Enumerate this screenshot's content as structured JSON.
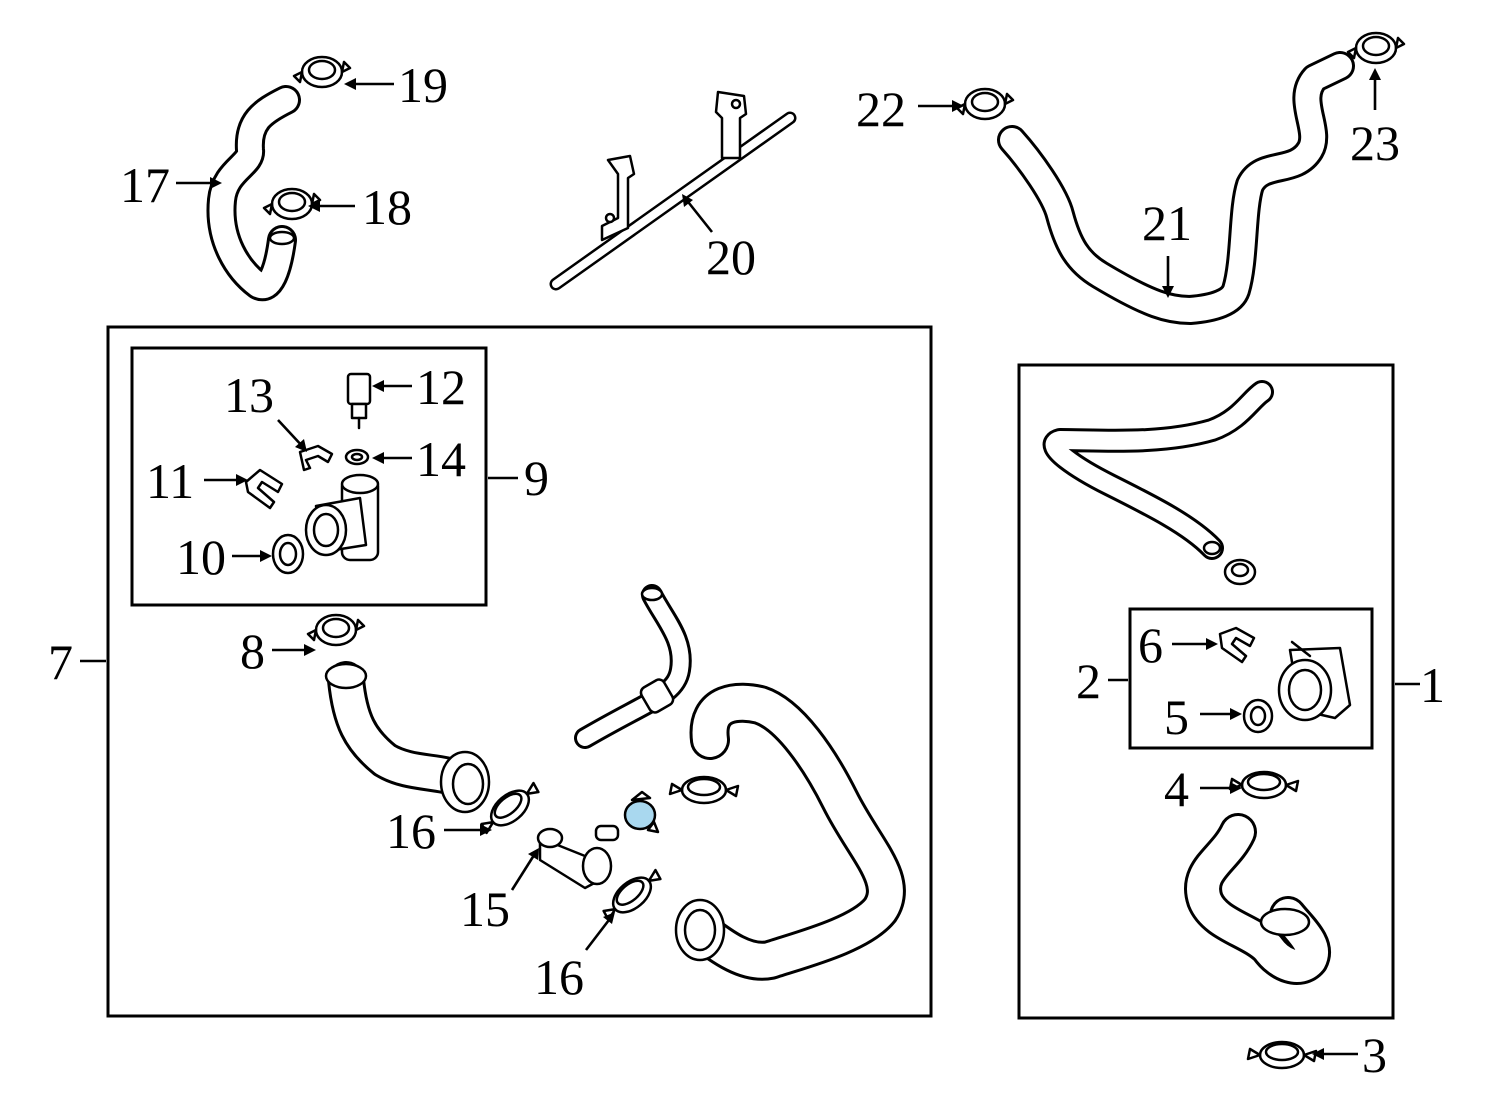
{
  "diagram": {
    "callouts": [
      {
        "id": "c1",
        "text": "1"
      },
      {
        "id": "c2",
        "text": "2"
      },
      {
        "id": "c3",
        "text": "3"
      },
      {
        "id": "c4",
        "text": "4"
      },
      {
        "id": "c5",
        "text": "5"
      },
      {
        "id": "c6",
        "text": "6"
      },
      {
        "id": "c7",
        "text": "7"
      },
      {
        "id": "c8",
        "text": "8"
      },
      {
        "id": "c9",
        "text": "9"
      },
      {
        "id": "c10",
        "text": "10"
      },
      {
        "id": "c11",
        "text": "11"
      },
      {
        "id": "c12",
        "text": "12"
      },
      {
        "id": "c13",
        "text": "13"
      },
      {
        "id": "c14",
        "text": "14"
      },
      {
        "id": "c15",
        "text": "15"
      },
      {
        "id": "c16a",
        "text": "16"
      },
      {
        "id": "c16b",
        "text": "16"
      },
      {
        "id": "c17",
        "text": "17"
      },
      {
        "id": "c18",
        "text": "18"
      },
      {
        "id": "c19",
        "text": "19"
      },
      {
        "id": "c20",
        "text": "20"
      },
      {
        "id": "c21",
        "text": "21"
      },
      {
        "id": "c22",
        "text": "22"
      },
      {
        "id": "c23",
        "text": "23"
      }
    ],
    "colors": {
      "line": "#000000",
      "background": "#ffffff",
      "highlight": "#a9d8ef"
    }
  }
}
